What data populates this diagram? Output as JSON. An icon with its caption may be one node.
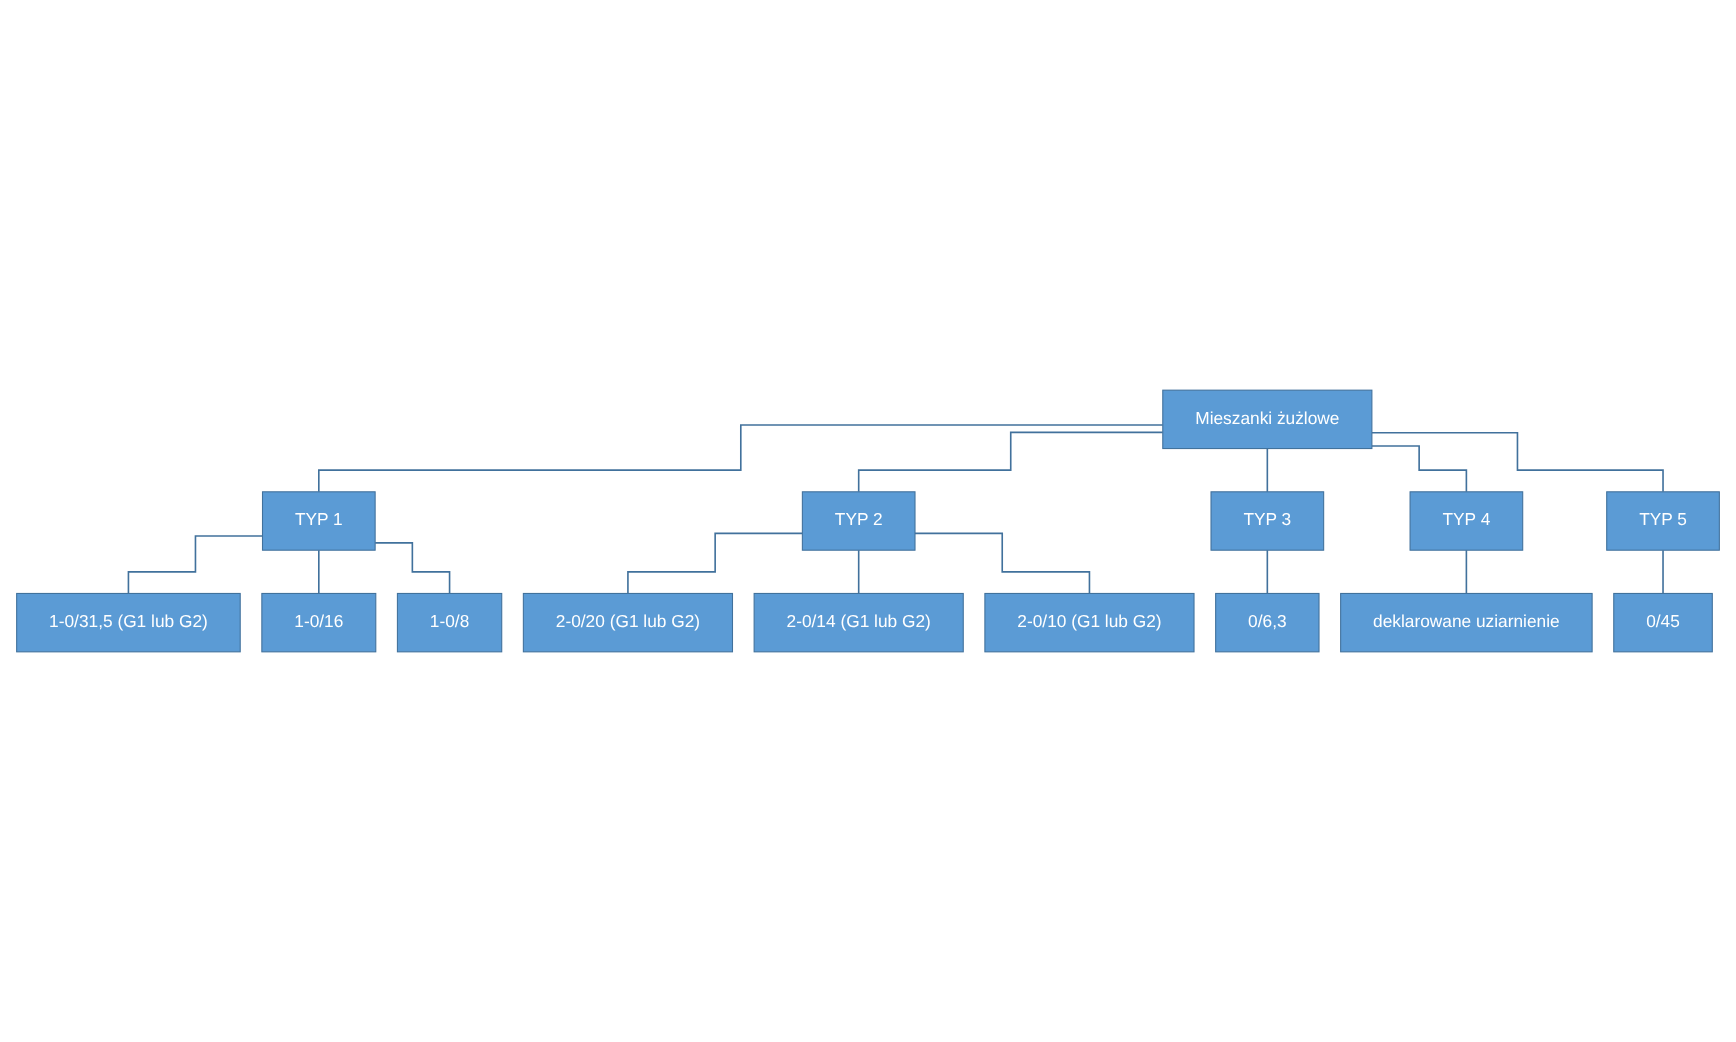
{
  "diagram": {
    "nodes": [
      {
        "text": [
          "Mieszanki żużlowe"
        ]
      },
      {
        "text": [
          "TYP 1"
        ]
      },
      {
        "text": [
          "TYP 2"
        ]
      },
      {
        "text": [
          "TYP 3"
        ]
      },
      {
        "text": [
          "TYP 4"
        ]
      },
      {
        "text": [
          "TYP 5"
        ]
      },
      {
        "text": [
          "1-0/31,5 (G1 lub G2)"
        ]
      },
      {
        "text": [
          "1-0/16"
        ]
      },
      {
        "text": [
          "1-0/8"
        ]
      },
      {
        "text": [
          "2-0/20 (G1 lub G2)"
        ]
      },
      {
        "text": [
          "2-0/14 (G1 lub G2)"
        ]
      },
      {
        "text": [
          "2-0/10 (G1 lub G2)"
        ]
      },
      {
        "text": [
          "0/6,3"
        ]
      },
      {
        "text": [
          "deklarowane uziarnienie"
        ]
      },
      {
        "text": [
          "0/45"
        ]
      }
    ],
    "edges": [
      {
        "from": 0,
        "to": 1,
        "arrow": "none"
      },
      {
        "from": 0,
        "to": 2,
        "arrow": "none"
      },
      {
        "from": 0,
        "to": 3,
        "arrow": "none"
      },
      {
        "from": 0,
        "to": 4,
        "arrow": "none"
      },
      {
        "from": 0,
        "to": 5,
        "arrow": "none"
      },
      {
        "from": 1,
        "to": 6,
        "arrow": "none"
      },
      {
        "from": 1,
        "to": 7,
        "arrow": "none"
      },
      {
        "from": 1,
        "to": 8,
        "arrow": "none"
      },
      {
        "from": 2,
        "to": 9,
        "arrow": "none"
      },
      {
        "from": 2,
        "to": 10,
        "arrow": "none"
      },
      {
        "from": 2,
        "to": 11,
        "arrow": "none"
      },
      {
        "from": 3,
        "to": 12,
        "arrow": "none"
      },
      {
        "from": 4,
        "to": 13,
        "arrow": "none"
      },
      {
        "from": 5,
        "to": 14,
        "arrow": "none"
      }
    ]
  }
}
